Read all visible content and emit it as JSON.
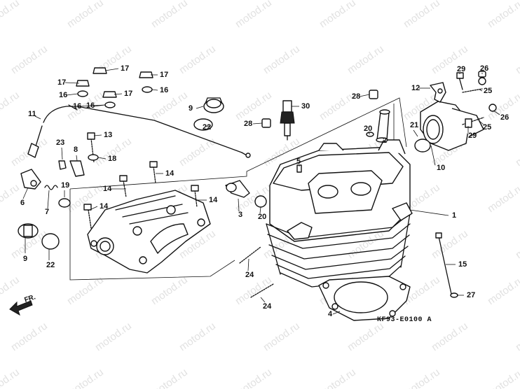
{
  "diagram": {
    "watermark_text": "motod.ru",
    "drawing_code": "KF93-E0100 A",
    "front_marker": "FR.",
    "parts": [
      {
        "id": "cylinder-head",
        "label": "1"
      },
      {
        "id": "intake-pipe",
        "label": "2"
      },
      {
        "id": "spark-plug-insulator",
        "label": "3"
      },
      {
        "id": "head-gasket",
        "label": "4"
      },
      {
        "id": "dowel-pin",
        "label": "5"
      },
      {
        "id": "breather-cap",
        "label": "6"
      },
      {
        "id": "spring",
        "label": "7"
      },
      {
        "id": "clip",
        "label": "8"
      },
      {
        "id": "tappet-cap",
        "label": "9"
      },
      {
        "id": "insulator",
        "label": "10"
      },
      {
        "id": "cable",
        "label": "11"
      },
      {
        "id": "holder",
        "label": "12"
      },
      {
        "id": "bolt-13",
        "label": "13"
      },
      {
        "id": "bolt-14",
        "label": "14"
      },
      {
        "id": "stud-15",
        "label": "15"
      },
      {
        "id": "washer-16",
        "label": "16"
      },
      {
        "id": "nut-17",
        "label": "17"
      },
      {
        "id": "seal-18",
        "label": "18"
      },
      {
        "id": "seal-19",
        "label": "19"
      },
      {
        "id": "o-ring-20",
        "label": "20"
      },
      {
        "id": "o-ring-21",
        "label": "21"
      },
      {
        "id": "o-ring-22",
        "label": "22"
      },
      {
        "id": "bolt-23",
        "label": "23"
      },
      {
        "id": "stud-24",
        "label": "24"
      },
      {
        "id": "bolt-25",
        "label": "25"
      },
      {
        "id": "nut-26",
        "label": "26"
      },
      {
        "id": "washer-27",
        "label": "27"
      },
      {
        "id": "cap-28",
        "label": "28"
      },
      {
        "id": "bolt-29",
        "label": "29"
      },
      {
        "id": "spark-plug",
        "label": "30"
      }
    ],
    "callouts": [
      {
        "label": "17"
      },
      {
        "label": "17"
      },
      {
        "label": "17"
      },
      {
        "label": "17"
      },
      {
        "label": "16"
      },
      {
        "label": "16"
      },
      {
        "label": "16"
      },
      {
        "label": "16"
      },
      {
        "label": "11"
      },
      {
        "label": "13"
      },
      {
        "label": "23"
      },
      {
        "label": "8"
      },
      {
        "label": "18"
      },
      {
        "label": "14"
      },
      {
        "label": "14"
      },
      {
        "label": "14"
      },
      {
        "label": "14"
      },
      {
        "label": "6"
      },
      {
        "label": "7"
      },
      {
        "label": "19"
      },
      {
        "label": "9"
      },
      {
        "label": "22"
      },
      {
        "label": "9"
      },
      {
        "label": "22"
      },
      {
        "label": "28"
      },
      {
        "label": "28"
      },
      {
        "label": "30"
      },
      {
        "label": "3"
      },
      {
        "label": "20"
      },
      {
        "label": "5"
      },
      {
        "label": "20"
      },
      {
        "label": "2"
      },
      {
        "label": "1"
      },
      {
        "label": "4"
      },
      {
        "label": "24"
      },
      {
        "label": "24"
      },
      {
        "label": "15"
      },
      {
        "label": "27"
      },
      {
        "label": "12"
      },
      {
        "label": "29"
      },
      {
        "label": "26"
      },
      {
        "label": "25"
      },
      {
        "label": "21"
      },
      {
        "label": "10"
      },
      {
        "label": "29"
      },
      {
        "label": "25"
      },
      {
        "label": "26"
      }
    ]
  }
}
